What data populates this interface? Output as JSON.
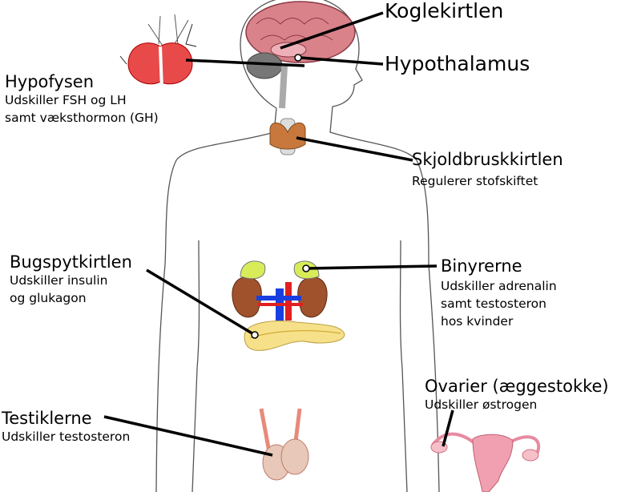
{
  "labels": {
    "pineal": {
      "title": "Koglekirtlen"
    },
    "hypothalamus": {
      "title": "Hypothalamus"
    },
    "pituitary": {
      "title": "Hypofysen",
      "line1": "Udskiller FSH og LH",
      "line2": "samt væksthormon (GH)"
    },
    "thyroid": {
      "title": "Skjoldbruskkirtlen",
      "line1": "Regulerer stofskiftet"
    },
    "pancreas": {
      "title": "Bugspytkirtlen",
      "line1": "Udskiller insulin",
      "line2": "og glukagon"
    },
    "adrenal": {
      "title": "Binyrerne",
      "line1": "Udskiller adrenalin",
      "line2": "samt testosteron",
      "line3": "hos kvinder"
    },
    "ovaries": {
      "title": "Ovarier (æggestokke)",
      "line1": "Udskiller østrogen"
    },
    "testes": {
      "title": "Testiklerne",
      "line1": "Udskiller testosteron"
    }
  },
  "colors": {
    "outline": "#555555",
    "pointer": "#000000",
    "brain": "#d9828a",
    "pituitary": "#e84a4a",
    "thyroid": "#c8783c",
    "kidney": "#a0522d",
    "adrenal": "#d8ec5a",
    "pancreas": "#f7e08a",
    "uterus": "#f0a0b0"
  }
}
